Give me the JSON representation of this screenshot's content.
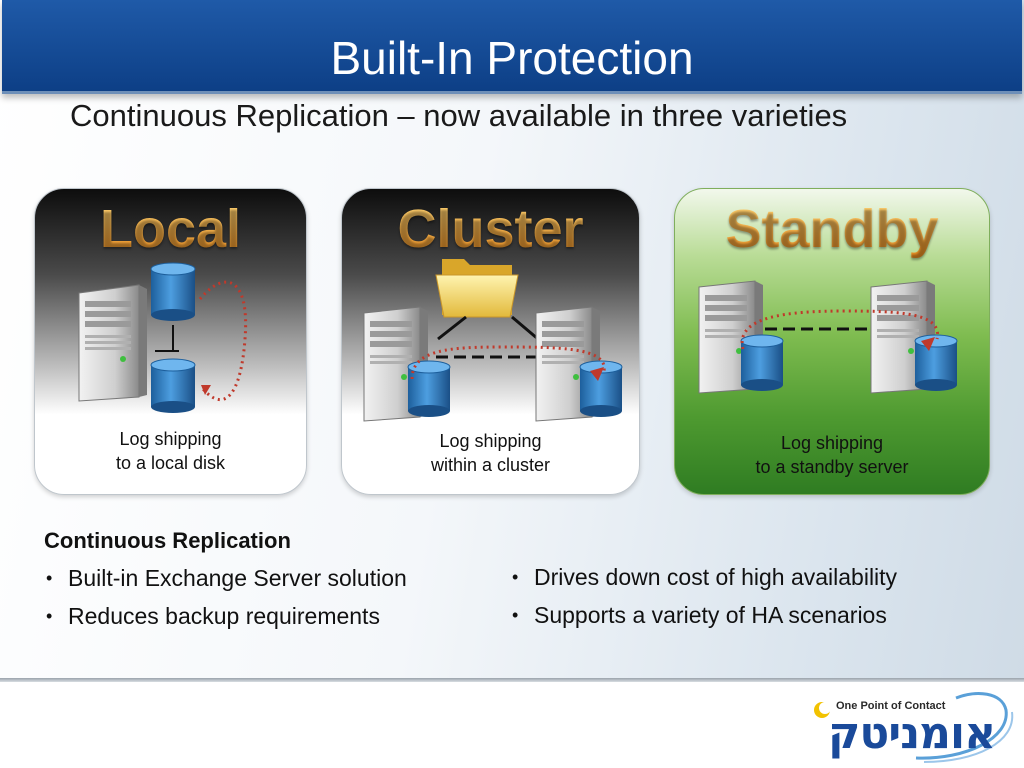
{
  "slide": {
    "title": "Built-In Protection",
    "subtitle": "Continuous Replication – now available in three varieties"
  },
  "panels": [
    {
      "heading": "Local",
      "caption_line1": "Log shipping",
      "caption_line2": "to a local disk"
    },
    {
      "heading": "Cluster",
      "caption_line1": "Log shipping",
      "caption_line2": "within a cluster"
    },
    {
      "heading": "Standby",
      "caption_line1": "Log shipping",
      "caption_line2": "to a standby server"
    }
  ],
  "section": {
    "heading": "Continuous Replication",
    "left_bullets": [
      "Built-in Exchange Server solution",
      "Reduces backup requirements"
    ],
    "right_bullets": [
      "Drives down cost of high availability",
      "Supports a variety of HA scenarios"
    ]
  },
  "logo": {
    "tagline": "One Point of Contact",
    "wordmark": "אומניטק"
  },
  "colors": {
    "title_bar": "#0d3f86",
    "heading_gold": "#f4a12a",
    "standby_green": "#4e9a30",
    "replication_arrow": "#c0392b",
    "disk_blue": "#2f80c8"
  },
  "icons": [
    "server-icon",
    "database-icon",
    "folder-icon",
    "replication-arrow-icon"
  ]
}
